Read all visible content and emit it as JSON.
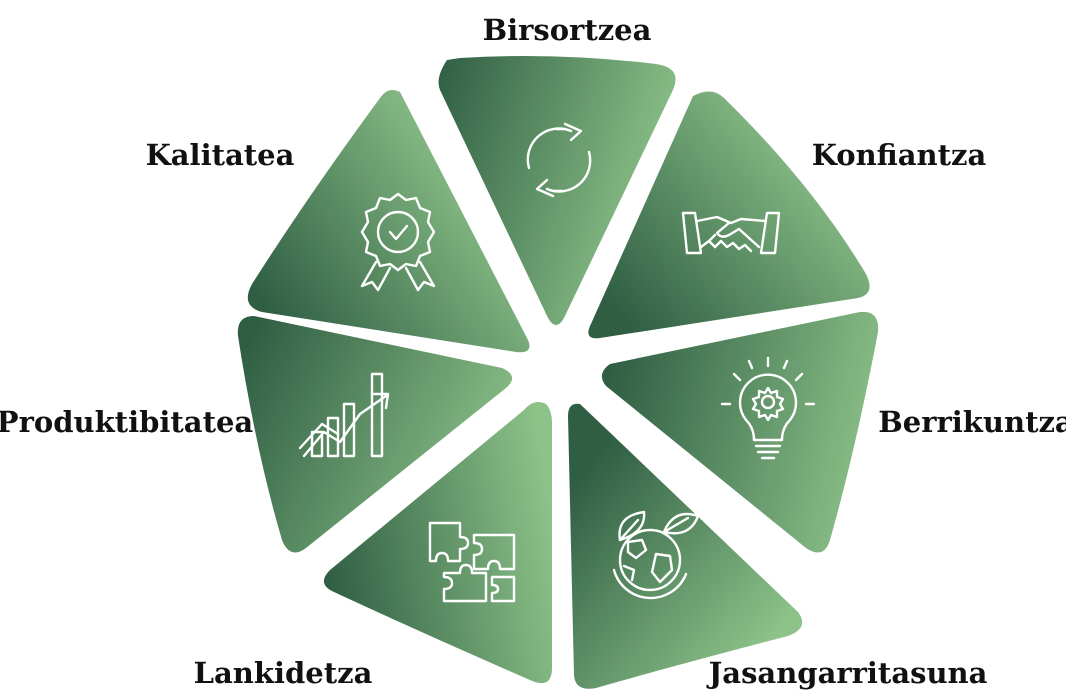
{
  "diagram": {
    "segments": [
      {
        "id": "birsortzea",
        "label": "Birsortzea",
        "icon": "recycle-arrows-icon"
      },
      {
        "id": "konfiantza",
        "label": "Konfiantza",
        "icon": "handshake-icon"
      },
      {
        "id": "berrikuntza",
        "label": "Berrikuntza",
        "icon": "lightbulb-gear-icon"
      },
      {
        "id": "jasangarritasuna",
        "label": "Jasangarritasuna",
        "icon": "earth-leaves-icon"
      },
      {
        "id": "lankidetza",
        "label": "Lankidetza",
        "icon": "puzzle-pieces-icon"
      },
      {
        "id": "produktibitatea",
        "label": "Produktibitatea",
        "icon": "growth-chart-icon"
      },
      {
        "id": "kalitatea",
        "label": "Kalitatea",
        "icon": "quality-badge-icon"
      }
    ],
    "colors": {
      "gradient_dark": "#2f5e43",
      "gradient_light": "#8dc289",
      "label_text": "#111111",
      "icon_stroke": "#ffffff"
    }
  }
}
